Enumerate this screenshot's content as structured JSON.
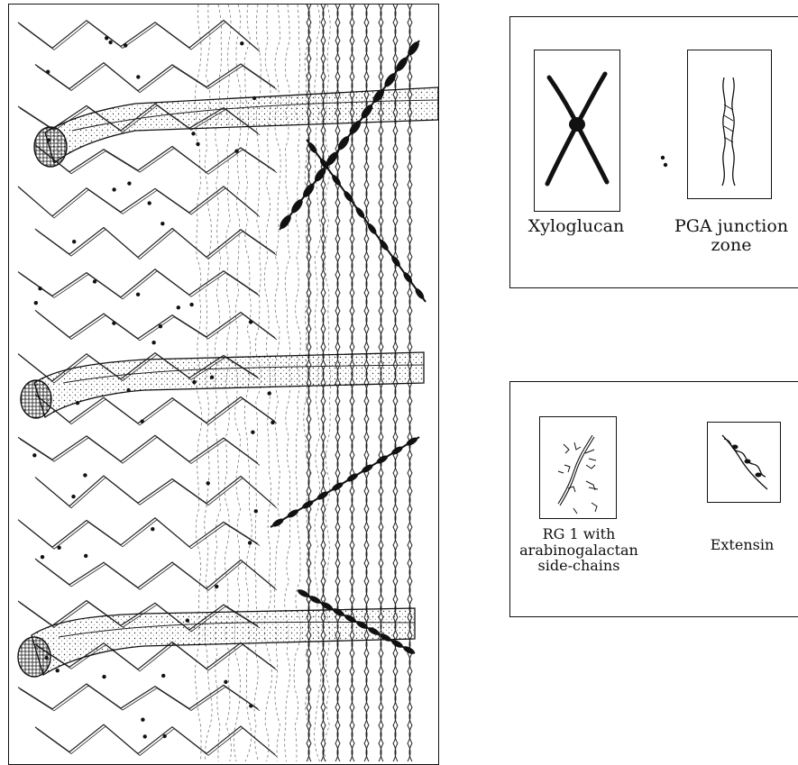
{
  "labels": {
    "xyloglucan": "Xyloglucan",
    "pga_line1": "PGA junction",
    "pga_line2": "zone",
    "rg1_line1": "RG 1 with",
    "rg1_line2": "arabinogalactan",
    "rg1_line3": "side-chains",
    "extensin": "Extensin"
  }
}
